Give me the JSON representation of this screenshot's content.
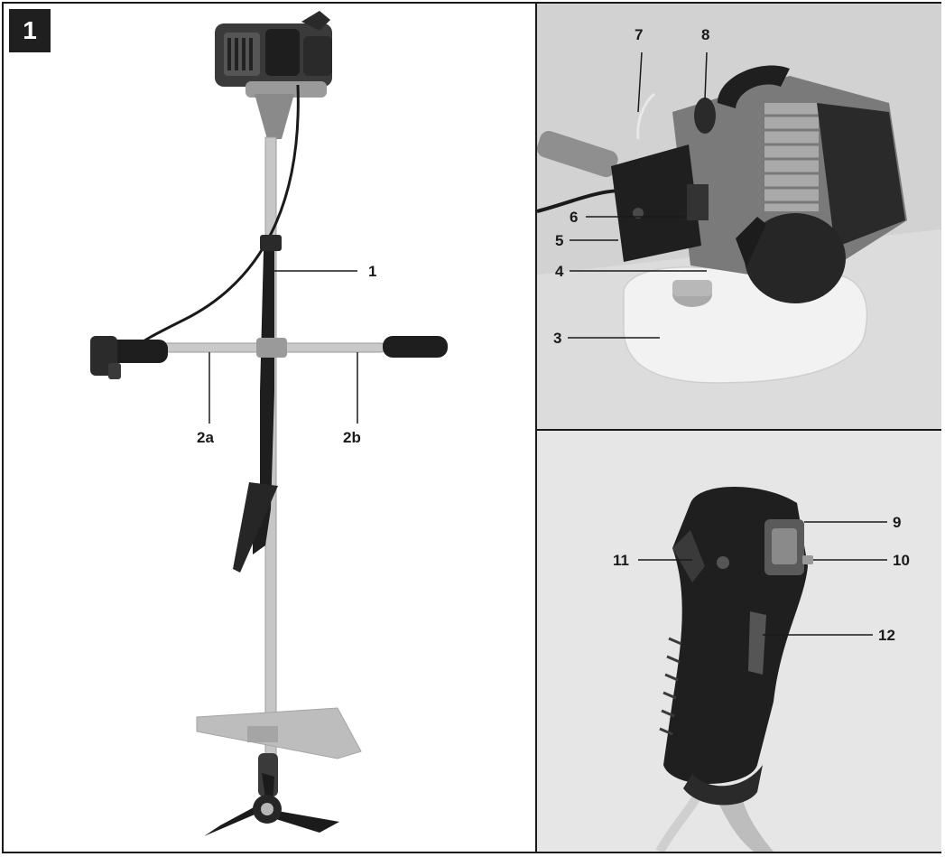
{
  "figure": {
    "number": "1"
  },
  "callouts": {
    "left": [
      "1",
      "2a",
      "2b"
    ],
    "engine": [
      "7",
      "8",
      "6",
      "5",
      "4",
      "3"
    ],
    "handle": [
      "9",
      "10",
      "11",
      "12"
    ]
  },
  "colors": {
    "border": "#1a1a1a",
    "panel_engine_bg": "#d2d2d2",
    "panel_handle_bg": "#e6e6e6",
    "label": "#1a1a1a",
    "badge_bg": "#1f1f1f",
    "badge_text": "#ffffff"
  }
}
